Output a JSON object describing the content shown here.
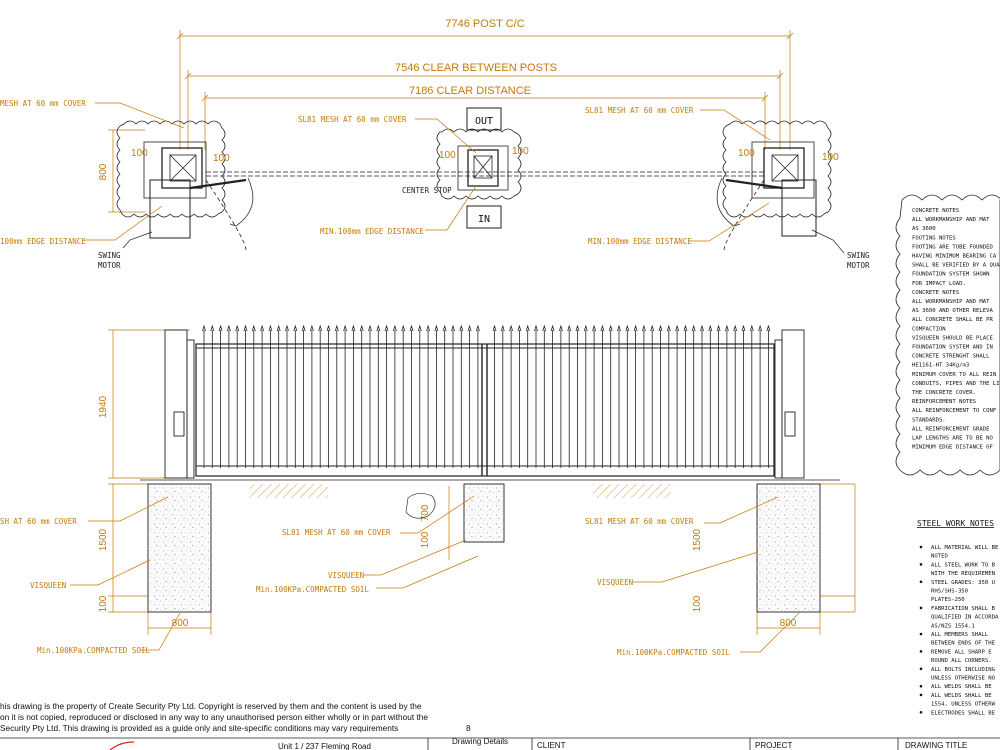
{
  "dimensions": {
    "post_cc": "7746 POST C/C",
    "clear_between_posts": "7546 CLEAR BETWEEN POSTS",
    "clear_distance": "7186 CLEAR DISTANCE",
    "footing_plan_depth": "800",
    "cover_100": "100",
    "gate_height": "1940",
    "footing_depth": "1500",
    "footing_width": "800",
    "center_stop_depth": "700"
  },
  "plan_labels": {
    "mesh_left": "MESH  AT 60 mm COVER",
    "mesh_center": "SL81 MESH  AT 60 mm COVER",
    "mesh_right": "SL81 MESH  AT 60 mm COVER",
    "edge_left": "100mm EDGE DISTANCE",
    "edge_center": "MIN.100mm EDGE DISTANCE",
    "edge_right": "MIN.100mm EDGE DISTANCE",
    "swing_motor_1": "SWING",
    "swing_motor_2": "MOTOR",
    "center_stop": "CENTER STOP",
    "out": "OUT",
    "in": "IN"
  },
  "elevation_labels": {
    "mesh_left": "SH  AT 60 mm COVER",
    "mesh_center": "SL81 MESH  AT 60 mm COVER",
    "mesh_right": "SL81 MESH  AT 60 mm COVER",
    "visqueen": "VISQUEEN",
    "compacted_soil": "Min.100KPa.COMPACTED SOIL"
  },
  "concrete_notes": [
    "CONCRETE NOTES",
    "ALL WORKMANSHIP AND MAT",
    "AS 3600",
    "FOOTING NOTES",
    "FOOTING ARE TOBE FOUNDED",
    "HAVING MINIMUM BEARING CA",
    "SHALL BE VERIFIED BY A QUA",
    "FOUNDATION SYSTEM SHOWN",
    "FOR IMPACT LOAD.",
    "CONCRETE NOTES",
    "ALL WORKMANSHIP AND MAT",
    "AS 3600 AND OTHER RELEVA",
    "ALL CONCRETE SHALL BE PR",
    "COMPACTION",
    "VISQUEEN SHOULD BE PLACE",
    "FOUNDATION SYSTEM AND IN",
    "CONCRETE STRENGHT SHALL",
    "HE1161-HT 34Kg/m3",
    "MINIMUM COVER TO ALL REIN",
    "CONDUITS, PIPES AND THE LI",
    "THE CONCRETE COVER.",
    "REINFORCEMENT NOTES",
    "ALL REINFORCEMENT TO CONF",
    "STANDARDS.",
    "ALL REINFORCEMENT GRADE",
    "LAP LENGTHS ARE TO BE NO",
    "MINIMUM EDGE DISTANCE OF"
  ],
  "steel_notes": {
    "title": "STEEL WORK NOTES",
    "items": [
      "ALL MATERIAL WILL BE",
      "NOTED",
      "ALL STEEL WORK TO B",
      "WITH THE REQUIREMEN",
      "STEEL GRADES: 350 U",
      "RHS/SHS-350",
      "PLATES-250",
      "FABRICATION SHALL B",
      "QUALIFIED IN ACCORDA",
      "AS/NZS 1554.1",
      "ALL MEMBERS SHALL",
      "BETWEEN ENDS OF THE",
      "REMOVE ALL SHARP E",
      "ROUND ALL CORNERS.",
      "ALL BOLTS INCLUDING",
      "UNLESS OTHERWISE NO",
      "ALL WELDS SHALL BE",
      "ALL WELDS SHALL BE",
      "1554, UNLESS OTHERW",
      "ELECTRODES SHALL BE"
    ]
  },
  "disclaimer": [
    "his drawing is the property of Create Security Pty Ltd. Copyright is reserved by them and the content is used by the",
    "on it is not copied, reproduced or disclosed in any way to any unauthorised person either wholly or in part without the",
    "Security Pty Ltd. This drawing is provided as a guide only and site-specific conditions may vary requirements"
  ],
  "disclaimer_mark": "8",
  "title_block": {
    "address": "Unit 1 / 237 Fleming Road",
    "drawing_details": "Drawing Details",
    "client": "CLIENT",
    "project": "PROJECT",
    "drawing_title": "DRAWING TITLE"
  },
  "colors": {
    "dimension": "#c47a0a",
    "linework": "#111111",
    "leader": "#c47a0a"
  }
}
